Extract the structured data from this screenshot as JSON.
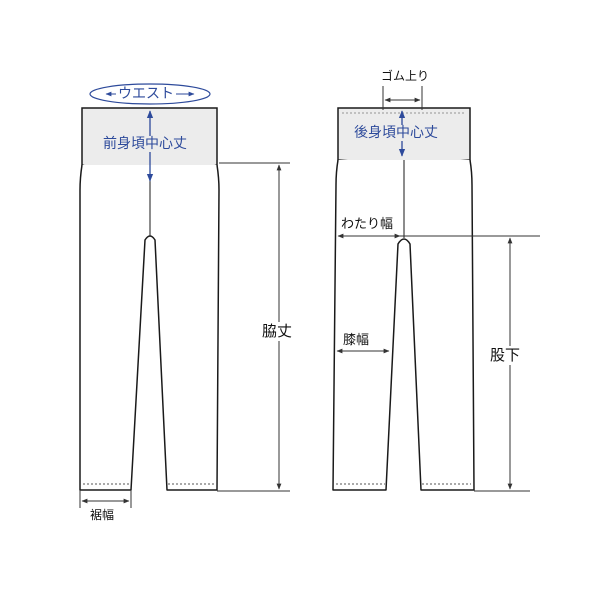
{
  "labels": {
    "waist": "ウエスト",
    "front_rise": "前身頃中心丈",
    "back_rise": "後身頃中心丈",
    "elastic": "ゴム上り",
    "thigh": "わたり幅",
    "knee": "膝幅",
    "side_length": "脇丈",
    "inseam": "股下",
    "hem": "裾幅"
  },
  "colors": {
    "outline": "#1a1a1a",
    "blue_label": "#2d4a9b",
    "waistband_fill": "#ececec"
  }
}
